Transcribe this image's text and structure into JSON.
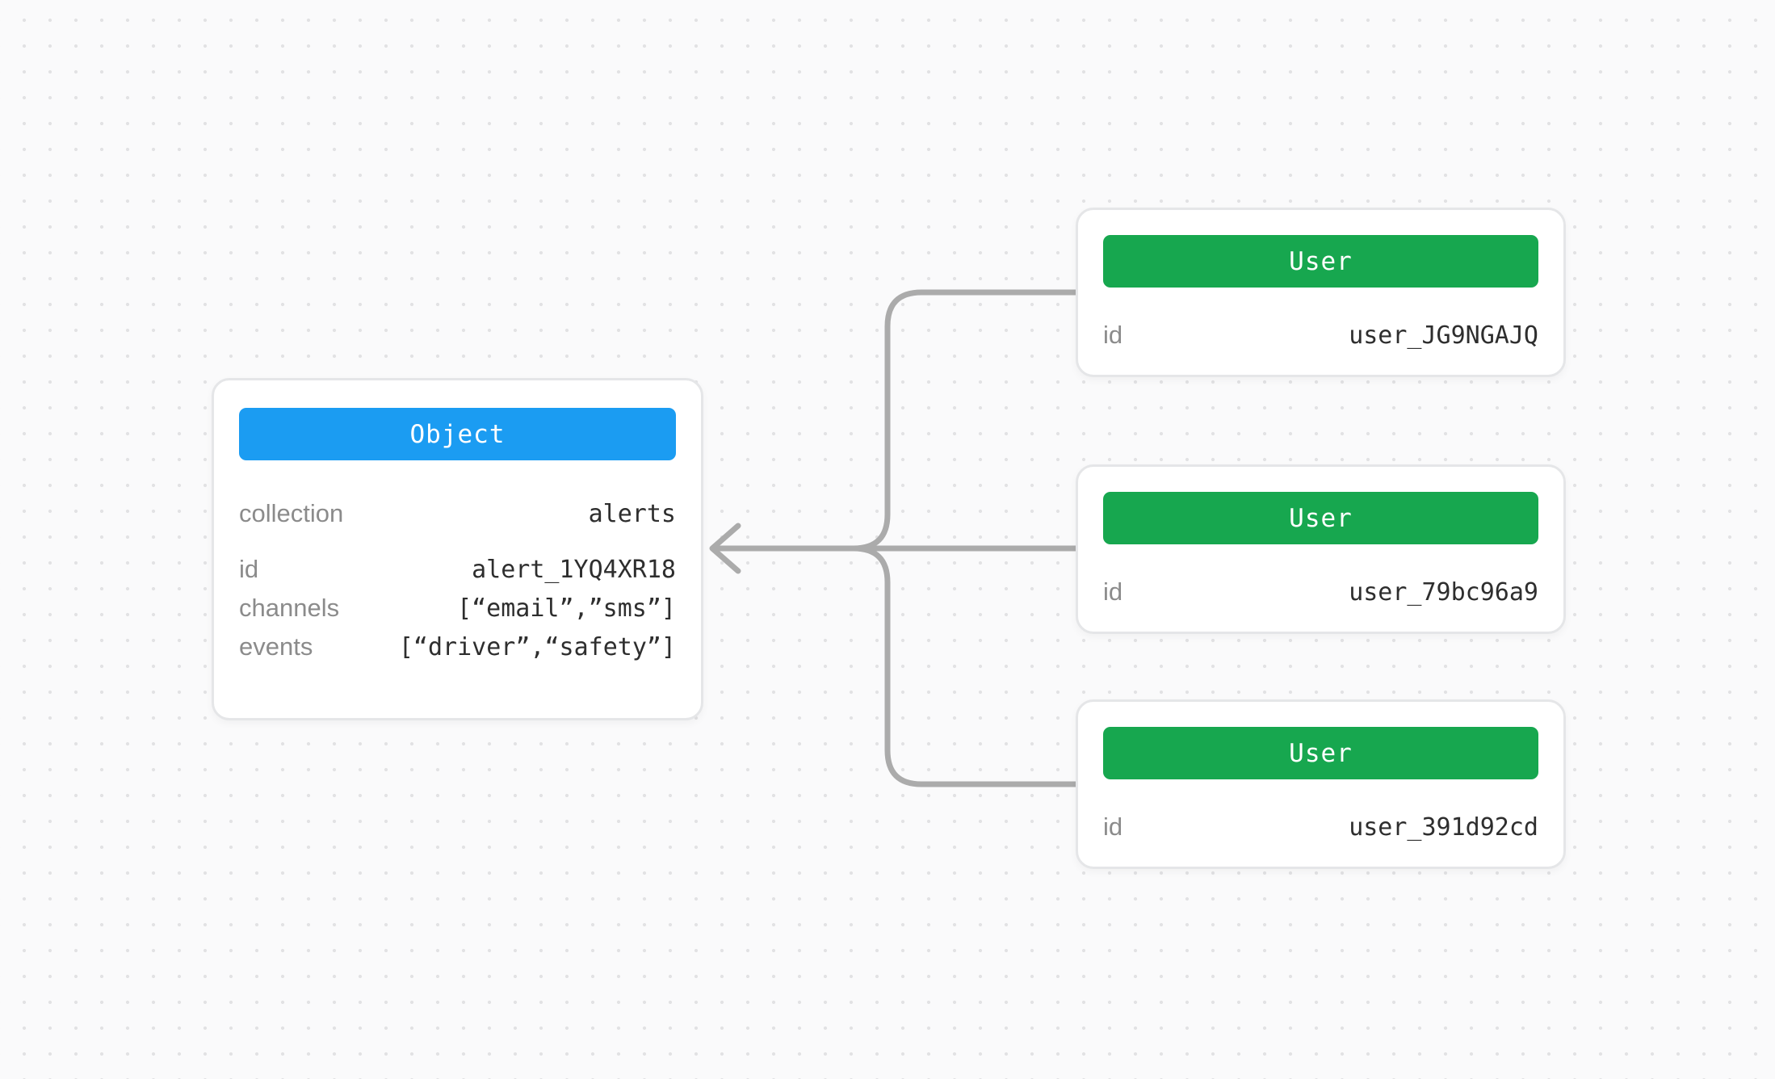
{
  "diagram": {
    "object_card": {
      "header": "Object",
      "header_color": "#1b9cf2",
      "fields": [
        {
          "label": "collection",
          "value": "alerts"
        },
        {
          "label": "id",
          "value": "alert_1YQ4XR18"
        },
        {
          "label": "channels",
          "value": "[“email”,”sms”]"
        },
        {
          "label": "events",
          "value": "[“driver”,“safety”]"
        }
      ]
    },
    "user_cards": [
      {
        "header": "User",
        "header_color": "#17a74f",
        "fields": [
          {
            "label": "id",
            "value": "user_JG9NGAJQ"
          }
        ]
      },
      {
        "header": "User",
        "header_color": "#17a74f",
        "fields": [
          {
            "label": "id",
            "value": "user_79bc96a9"
          }
        ]
      },
      {
        "header": "User",
        "header_color": "#17a74f",
        "fields": [
          {
            "label": "id",
            "value": "user_391d92cd"
          }
        ]
      }
    ],
    "connector_color": "#ababab"
  }
}
